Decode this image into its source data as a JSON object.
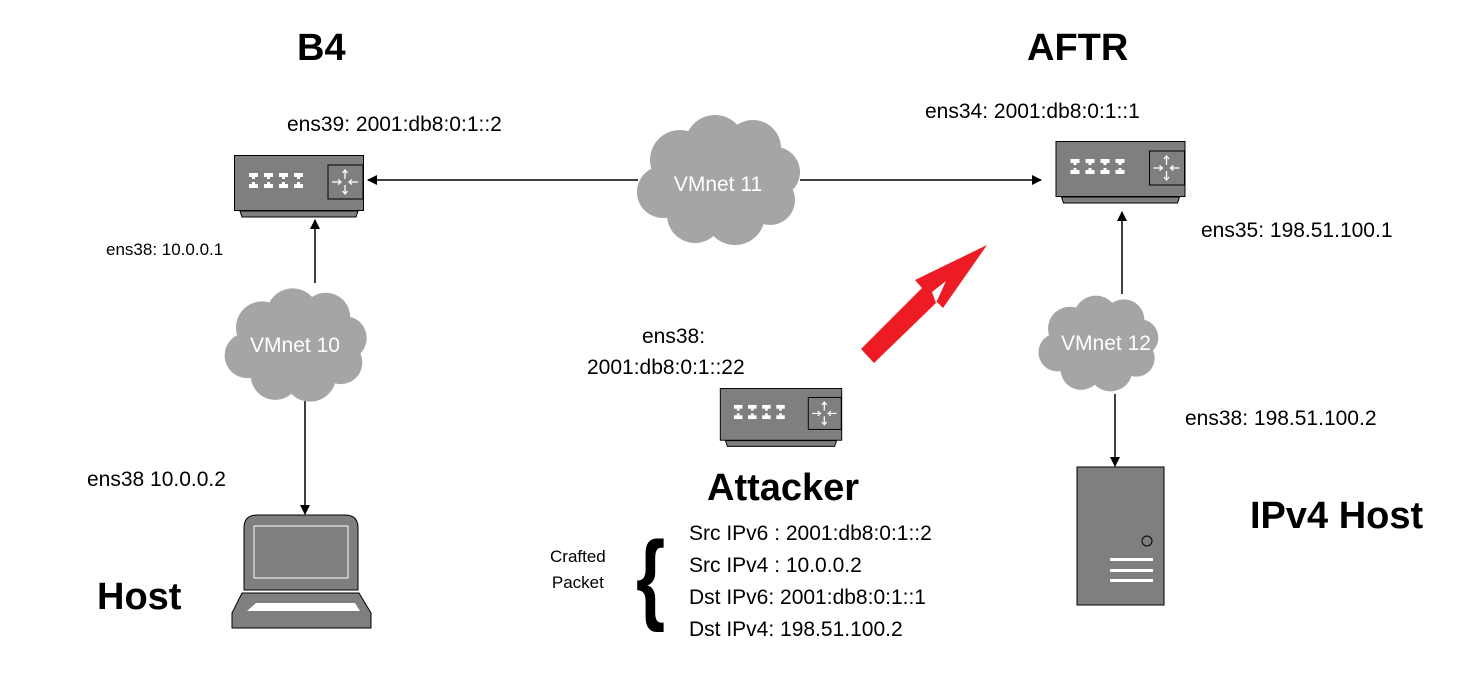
{
  "diagram": {
    "colors": {
      "device": "#7f7f7f",
      "cloud": "#a5a5a5",
      "attack_arrow": "#ed1c24",
      "line": "#000000"
    },
    "nodes": {
      "b4": {
        "title": "B4",
        "icon": "router-icon",
        "interfaces": {
          "ens39": "ens39: 2001:db8:0:1::2",
          "ens38": "ens38: 10.0.0.1"
        }
      },
      "aftr": {
        "title": "AFTR",
        "icon": "router-icon",
        "interfaces": {
          "ens34": "ens34: 2001:db8:0:1::1",
          "ens35": "ens35: 198.51.100.1"
        }
      },
      "attacker": {
        "title": "Attacker",
        "icon": "router-icon",
        "interface_line1": "ens38:",
        "interface_line2": "2001:db8:0:1::22"
      },
      "host": {
        "title": "Host",
        "icon": "laptop-icon",
        "interface": "ens38  10.0.0.2"
      },
      "ipv4_host": {
        "title": "IPv4 Host",
        "icon": "server-icon",
        "interface": "ens38: 198.51.100.2"
      }
    },
    "networks": {
      "vmnet10": "VMnet 10",
      "vmnet11": "VMnet 11",
      "vmnet12": "VMnet 12"
    },
    "crafted_packet": {
      "label_line1": "Crafted",
      "label_line2": "Packet",
      "brace": "{",
      "fields": [
        "Src IPv6 : 2001:db8:0:1::2",
        "Src IPv4 : 10.0.0.2",
        "Dst IPv6: 2001:db8:0:1::1",
        "Dst IPv4: 198.51.100.2"
      ]
    }
  }
}
